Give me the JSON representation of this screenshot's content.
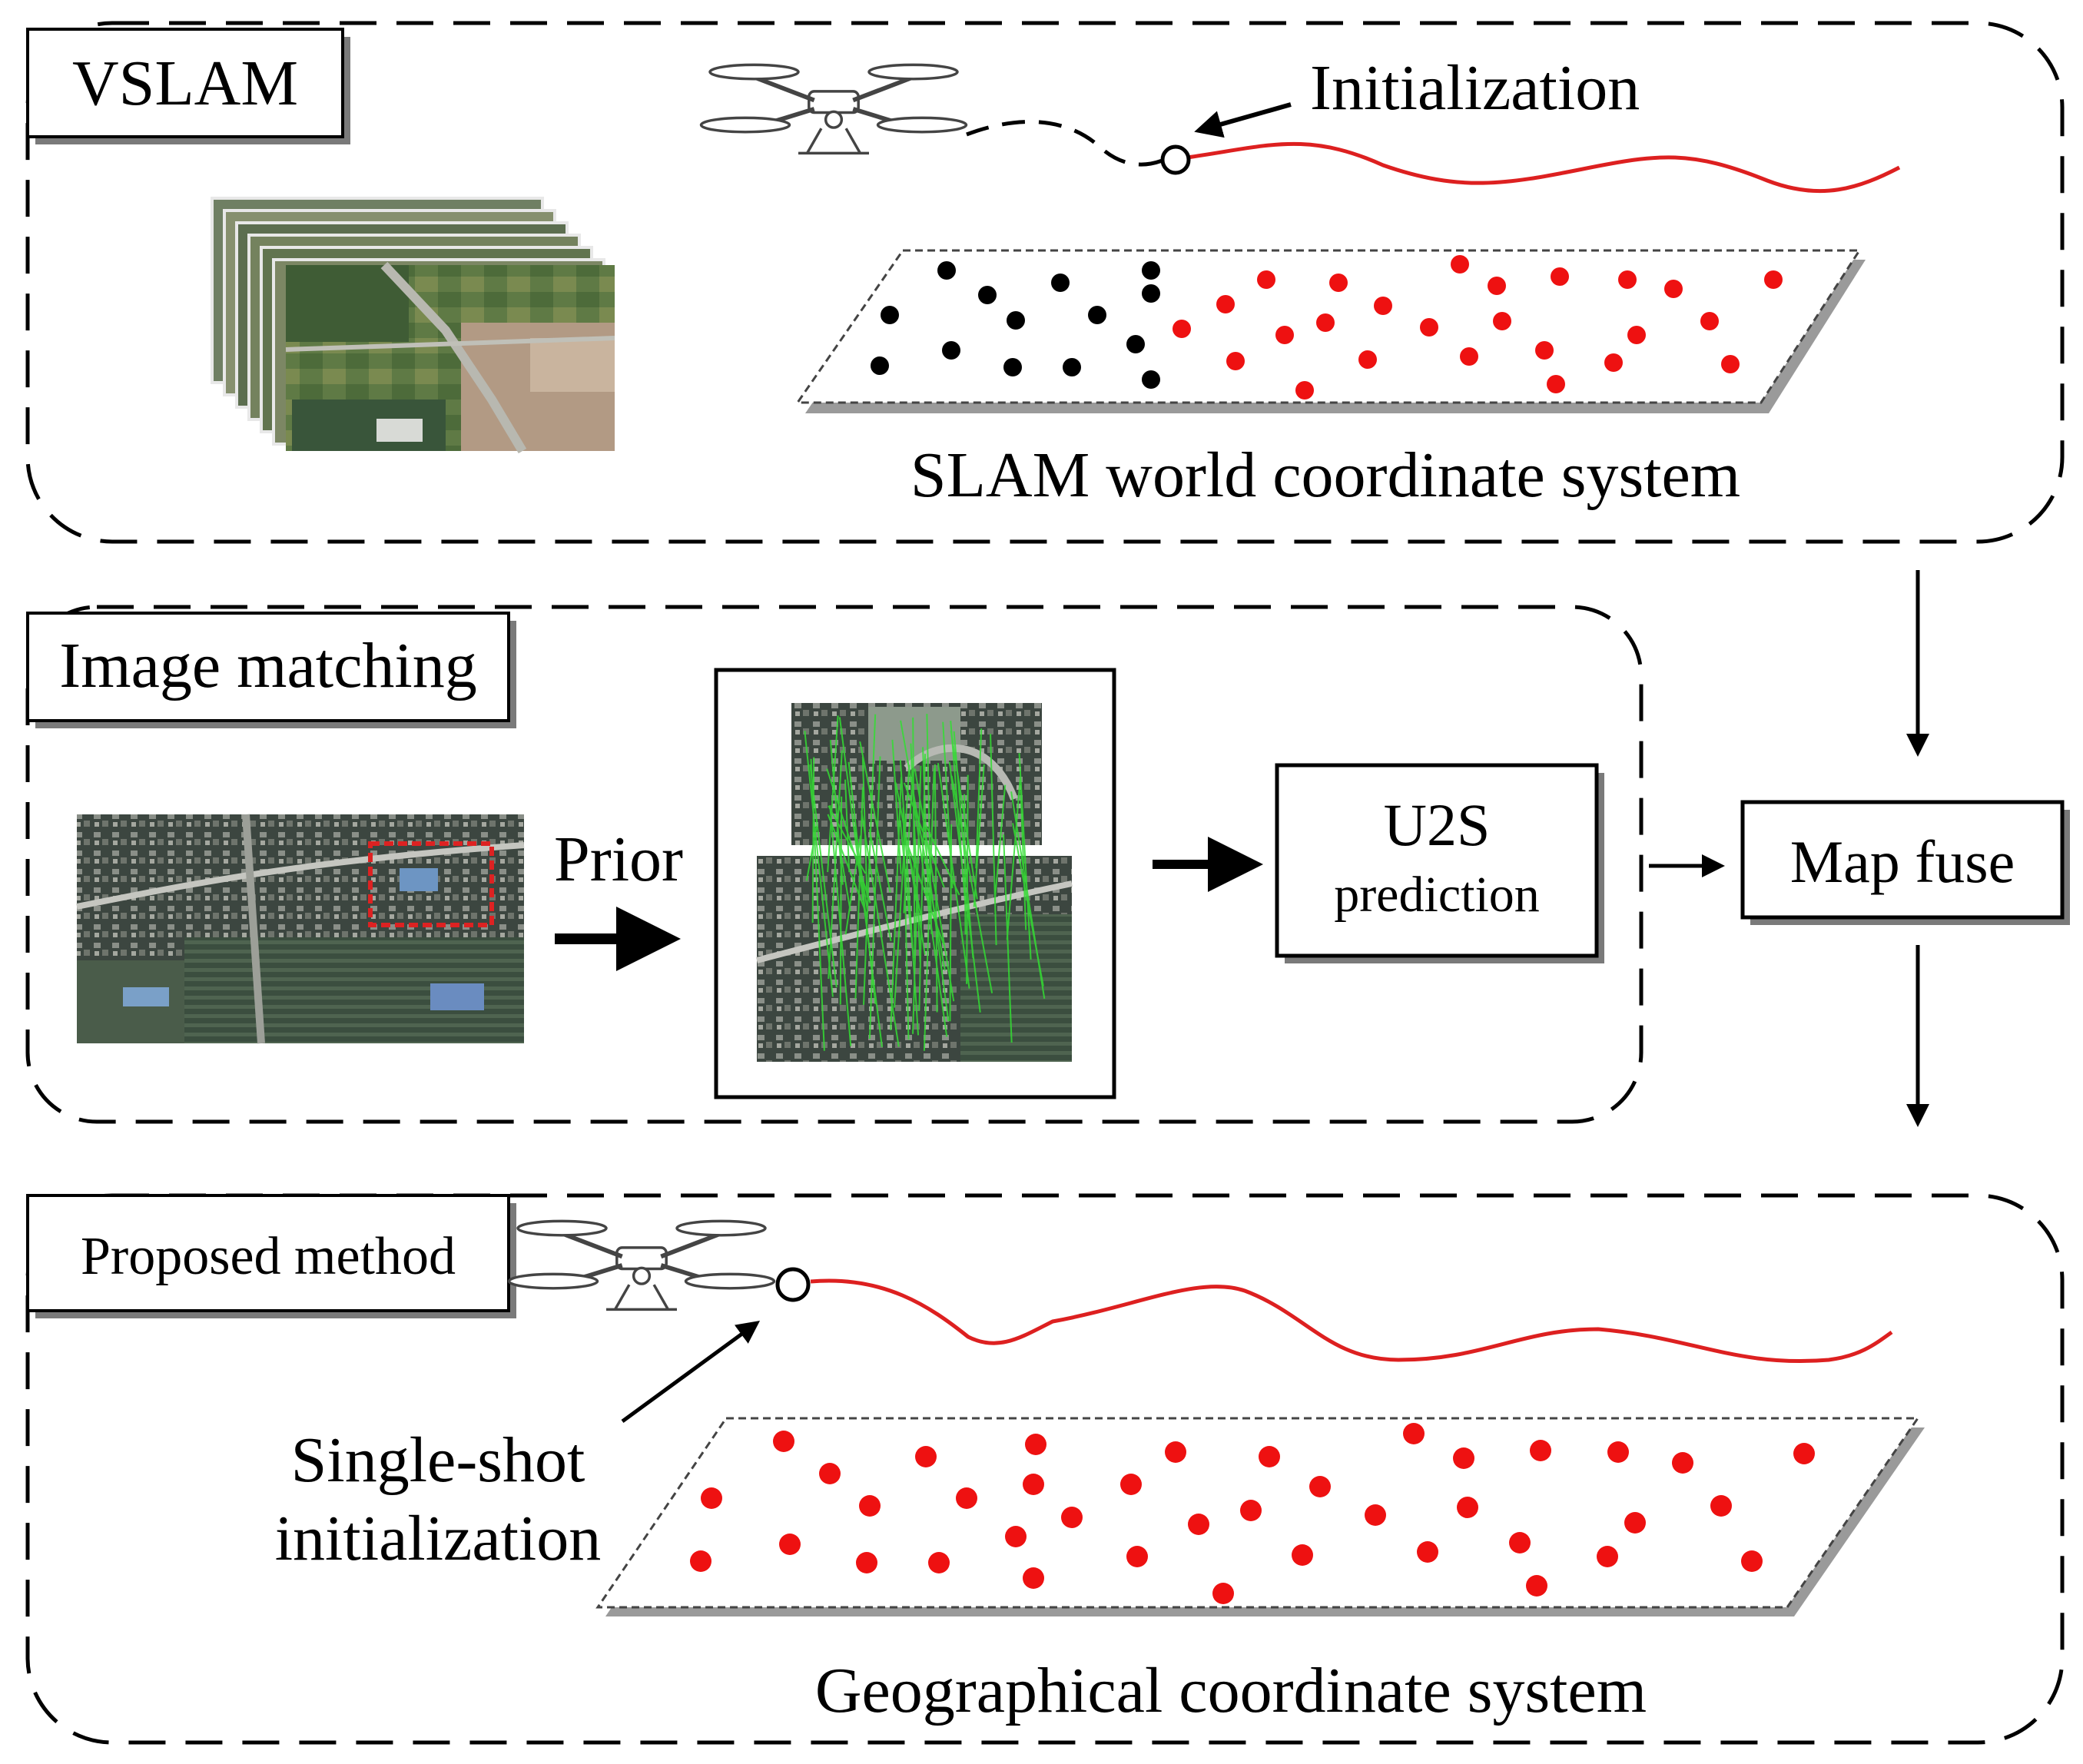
{
  "vslam": {
    "title": "VSLAM",
    "initialization_label": "Initialization",
    "coordinate_system_label": "SLAM world coordinate system"
  },
  "image_matching": {
    "title": "Image matching",
    "prior_label": "Prior",
    "u2s_title": "U2S",
    "u2s_subtitle": "prediction"
  },
  "map_fuse": {
    "label": "Map fuse"
  },
  "proposed": {
    "title": "Proposed method",
    "init_line1": "Single-shot",
    "init_line2": "initialization",
    "coordinate_system_label": "Geographical coordinate system"
  },
  "icons": [
    "drone-icon",
    "aerial-image-stack",
    "satellite-image",
    "feature-match-image",
    "arrow-icon"
  ],
  "colors": {
    "trajectory": "#dd2020",
    "map_point_red": "#ee1111",
    "map_point_black": "#000000",
    "match_lines": "#33dd33",
    "prior_box": "#dd2222"
  }
}
